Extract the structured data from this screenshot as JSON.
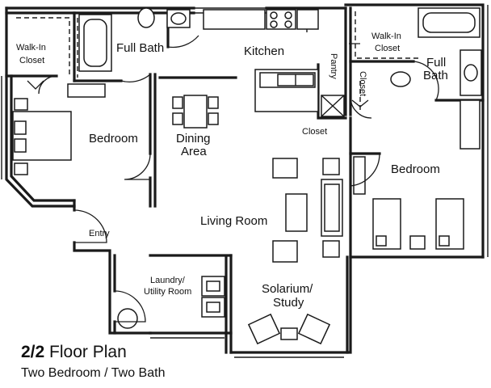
{
  "rooms": {
    "walkin_left": [
      "Walk-In",
      "Closet"
    ],
    "full_bath_left": "Full Bath",
    "kitchen": "Kitchen",
    "pantry": "Pantry",
    "walkin_right": [
      "Walk-In",
      "Closet"
    ],
    "full_bath_right": [
      "Full",
      "Bath"
    ],
    "closet_vertical": "Closet",
    "bedroom_left": "Bedroom",
    "dining": [
      "Dining",
      "Area"
    ],
    "closet_center": "Closet",
    "bedroom_right": "Bedroom",
    "living_room": "Living Room",
    "entry": "Entry",
    "laundry": [
      "Laundry/",
      "Utility Room"
    ],
    "solarium": [
      "Solarium/",
      "Study"
    ]
  },
  "caption": {
    "title_bold": "2/2",
    "title_rest": " Floor Plan",
    "subtitle": "Two Bedroom / Two Bath"
  }
}
